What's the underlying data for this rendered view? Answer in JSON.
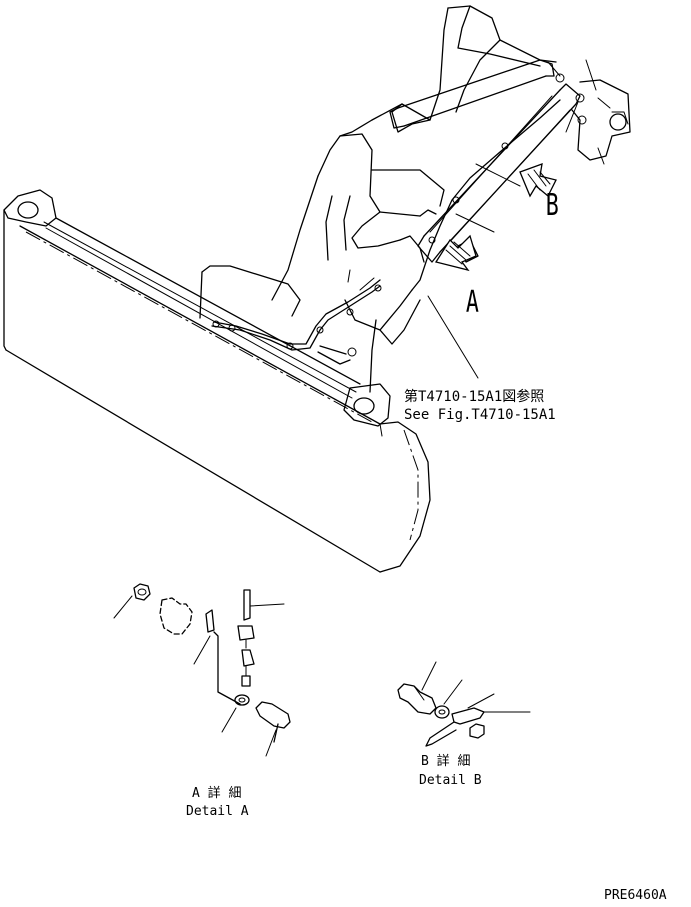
{
  "callouts": {
    "A": "A",
    "B": "B"
  },
  "reference": {
    "jp": "第T4710-15A1図参照",
    "en": "See Fig.T4710-15A1"
  },
  "detail_a": {
    "jp": "A 詳 細",
    "en": "Detail A"
  },
  "detail_b": {
    "jp": "B 詳 細",
    "en": "Detail B"
  },
  "drawing_code": "PRE6460A"
}
